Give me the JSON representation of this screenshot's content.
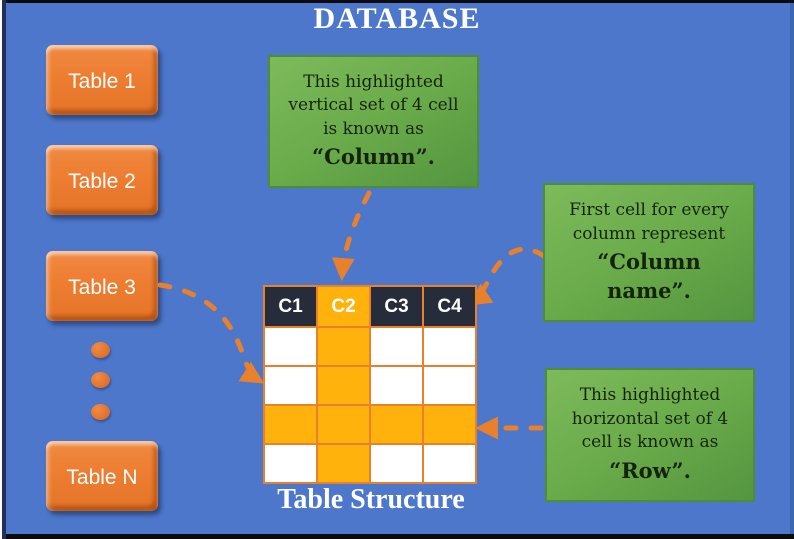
{
  "header": {
    "title": "DATABASE"
  },
  "sidebar": {
    "buttons": [
      {
        "label": "Table 1"
      },
      {
        "label": "Table 2"
      },
      {
        "label": "Table 3"
      },
      {
        "label": "Table N"
      }
    ],
    "ellipsis_dots": 3
  },
  "table": {
    "headers": [
      "C1",
      "C2",
      "C3",
      "C4"
    ],
    "rows": 4,
    "cols": 4,
    "highlight_col_index": 1,
    "highlight_row_index": 2,
    "caption": "Table Structure"
  },
  "callouts": [
    {
      "id": "column",
      "text": "This highlighted vertical set of 4 cell is known as",
      "emphasis": "“Column”."
    },
    {
      "id": "column-name",
      "text": "First cell for every column represent",
      "emphasis": "“Column name”."
    },
    {
      "id": "row",
      "text": "This highlighted horizontal set of 4 cell is known as",
      "emphasis": "“Row”."
    }
  ],
  "colors": {
    "background_blue": "#4C77CA",
    "button_orange": "#ED7D31",
    "highlight_orange": "#FFB20B",
    "grid_orange": "#E8802C",
    "header_dark": "#262C3A",
    "callout_green": "#6AAB4A",
    "text_white": "#FFFFFF"
  }
}
